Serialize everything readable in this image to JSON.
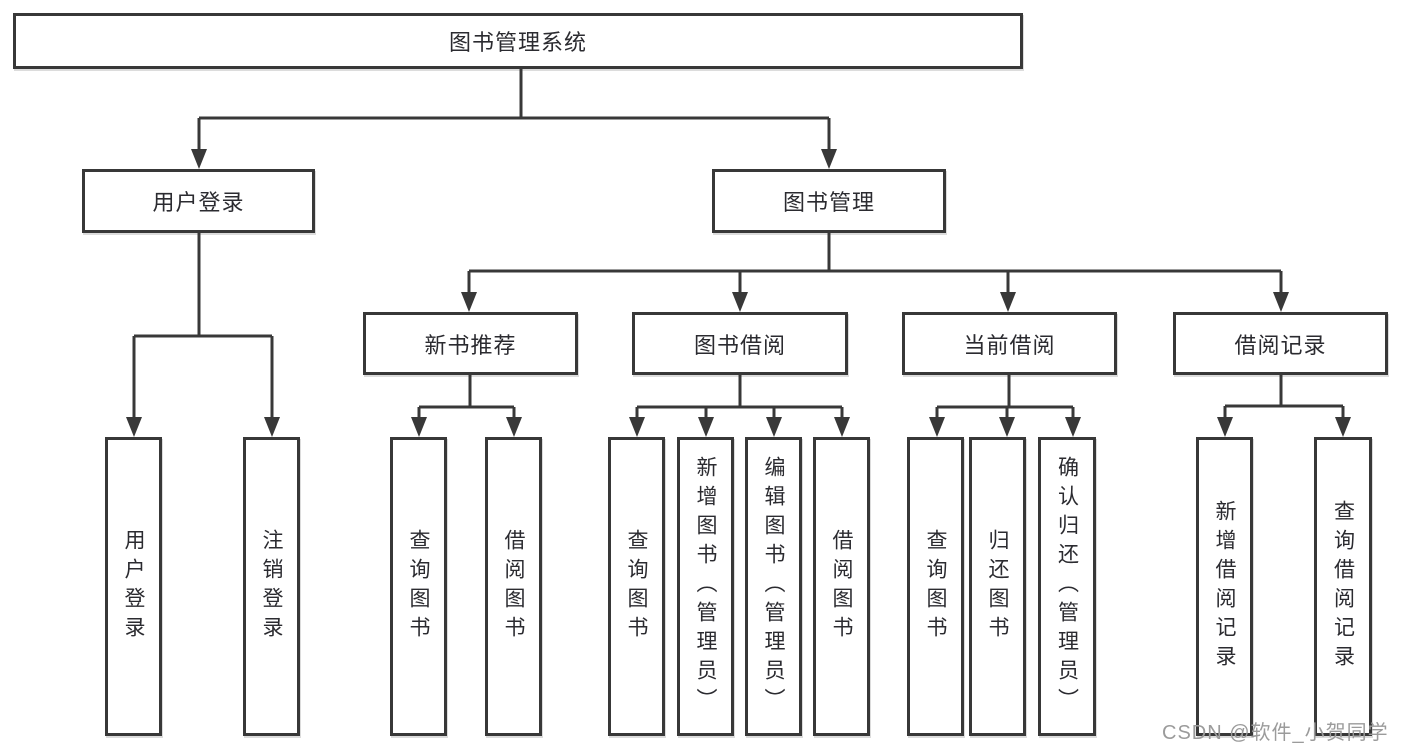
{
  "diagram": {
    "type": "tree",
    "root": {
      "label": "图书管理系统"
    },
    "branches": [
      {
        "label": "用户登录",
        "children": [
          {
            "label": "用户登录"
          },
          {
            "label": "注销登录"
          }
        ]
      },
      {
        "label": "图书管理",
        "children": [
          {
            "label": "新书推荐",
            "children": [
              {
                "label": "查询图书"
              },
              {
                "label": "借阅图书"
              }
            ]
          },
          {
            "label": "图书借阅",
            "children": [
              {
                "label": "查询图书"
              },
              {
                "label": "新增图书（管理员）"
              },
              {
                "label": "编辑图书（管理员）"
              },
              {
                "label": "借阅图书"
              }
            ]
          },
          {
            "label": "当前借阅",
            "children": [
              {
                "label": "查询图书"
              },
              {
                "label": "归还图书"
              },
              {
                "label": "确认归还（管理员）"
              }
            ]
          },
          {
            "label": "借阅记录",
            "children": [
              {
                "label": "新增借阅记录"
              },
              {
                "label": "查询借阅记录"
              }
            ]
          }
        ]
      }
    ]
  },
  "watermark": {
    "text": "CSDN @软件_小贺同学"
  },
  "colors": {
    "background": "#ffffff",
    "box_border": "#383838",
    "connector_line": "#383838",
    "text": "#2b2b30",
    "watermark_text": "#9b9b9b"
  }
}
